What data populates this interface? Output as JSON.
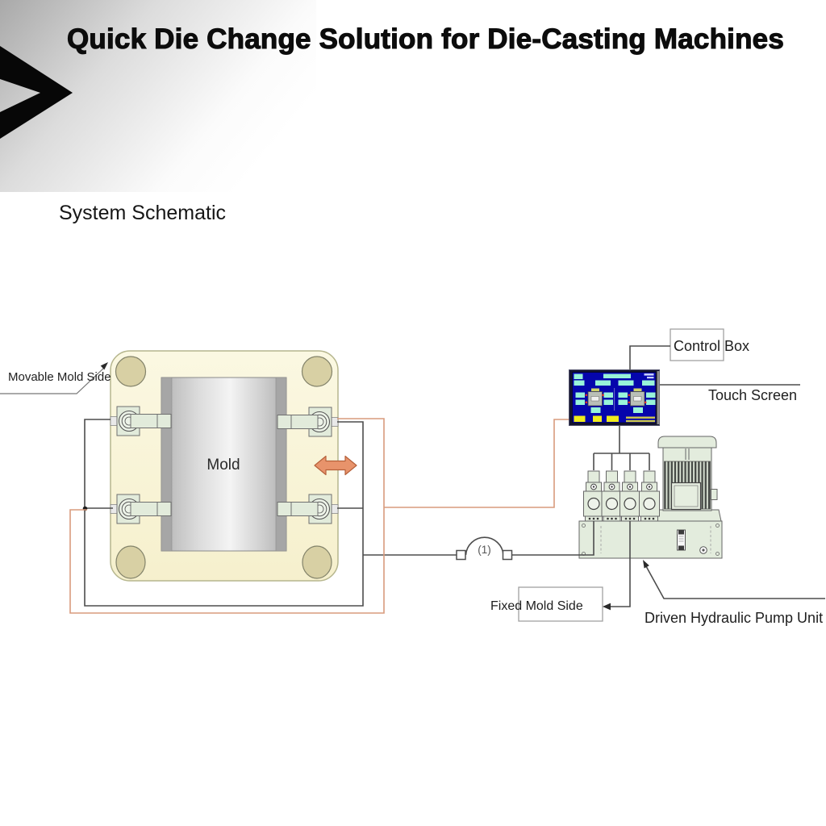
{
  "header": {
    "title": "Quick Die Change Solution for Die-Casting Machines",
    "subtitle": "System Schematic"
  },
  "diagram": {
    "movable_mold_side_label": "Movable Mold Side",
    "mold_label": "Mold",
    "control_box_label": "Control Box",
    "touch_screen_label": "Touch Screen",
    "hose_ref_label": "(1)",
    "fixed_mold_side_label": "Fixed Mold Side",
    "pump_unit_label": "Driven Hydraulic Pump Unit"
  },
  "colors": {
    "accent_arrow": "#e8936b",
    "platen_fill": "#f9f5d7",
    "tie_bar_hole": "#d8d0a4",
    "clamp_green": "#e2ebdb",
    "pump_green": "#e3ecdd",
    "wire_dark": "#4d4d4d",
    "wire_orange": "#d89b7d",
    "screen_blue": "#0505ac",
    "screen_cyan": "#98f4d9",
    "screen_yellow": "#f0ec1c"
  }
}
